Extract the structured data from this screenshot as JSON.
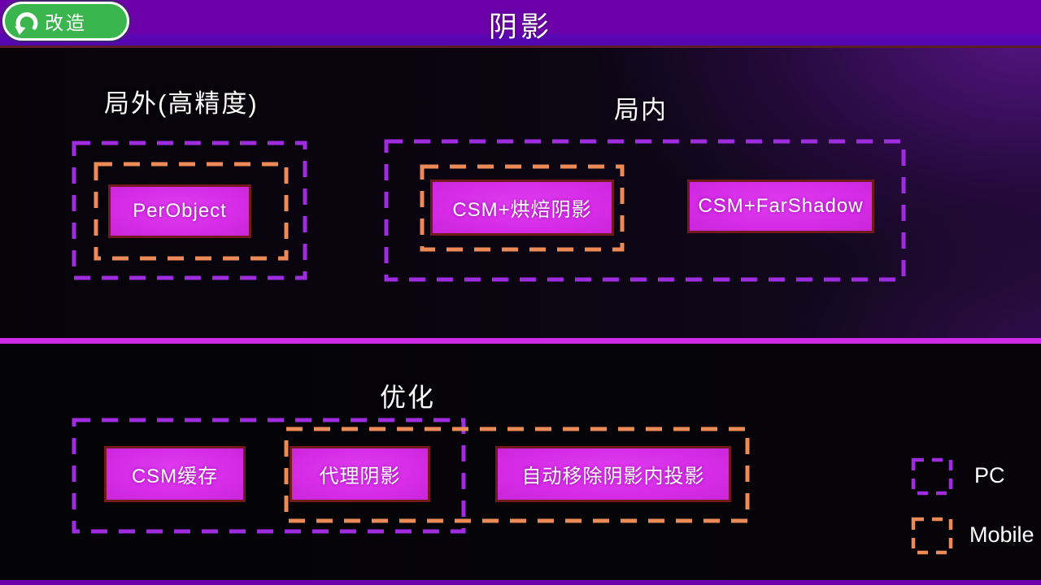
{
  "header": {
    "badge_label": "改造",
    "title": "阴影"
  },
  "sections": {
    "outer": {
      "label": "局外(高精度)",
      "nodes": [
        {
          "label": "PerObject"
        }
      ]
    },
    "inner": {
      "label": "局内",
      "nodes": [
        {
          "label": "CSM+烘焙阴影"
        },
        {
          "label": "CSM+FarShadow"
        }
      ]
    },
    "optimize": {
      "label": "优化",
      "nodes": [
        {
          "label": "CSM缓存"
        },
        {
          "label": "代理阴影"
        },
        {
          "label": "自动移除阴影内投影"
        }
      ]
    }
  },
  "legend": {
    "items": [
      {
        "label": "PC",
        "color": "#a02ce0"
      },
      {
        "label": "Mobile",
        "color": "#ec8a58"
      }
    ]
  },
  "colors": {
    "header_purple": "#6c01aa",
    "badge_green": "#3bb64e",
    "node_fill": "#d52ae6",
    "node_border": "#701a1c",
    "pc_dash": "#a02ce0",
    "mobile_dash": "#ec8a58",
    "divider": "#d02ce8",
    "header_redline": "#5b1d26"
  }
}
